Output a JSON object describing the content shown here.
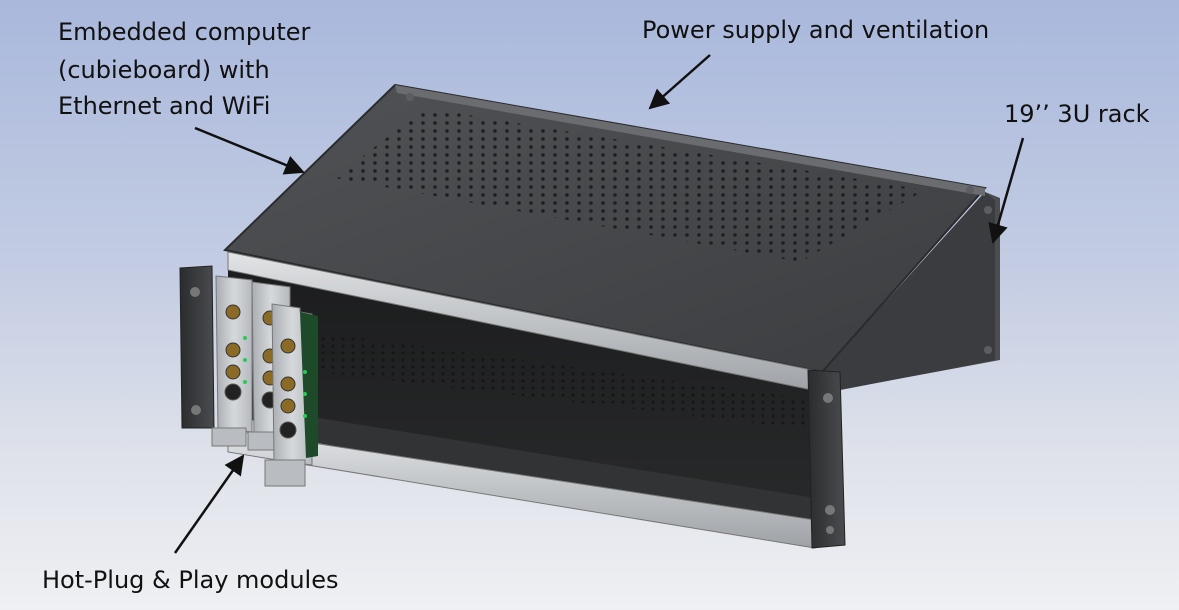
{
  "labels": {
    "embedded_line1": "Embedded computer",
    "embedded_line2": "(cubieboard) with",
    "embedded_line3": "Ethernet and WiFi",
    "power": "Power supply and ventilation",
    "rack": "19’’ 3U rack",
    "modules": "Hot-Plug & Play modules"
  },
  "colors": {
    "background_top": "#a9b8dc",
    "background_bottom": "#eef0f3",
    "chassis": "#3a3b3d",
    "panel": "#c8ccd0",
    "led": "#22cc55",
    "arrow": "#111111"
  }
}
